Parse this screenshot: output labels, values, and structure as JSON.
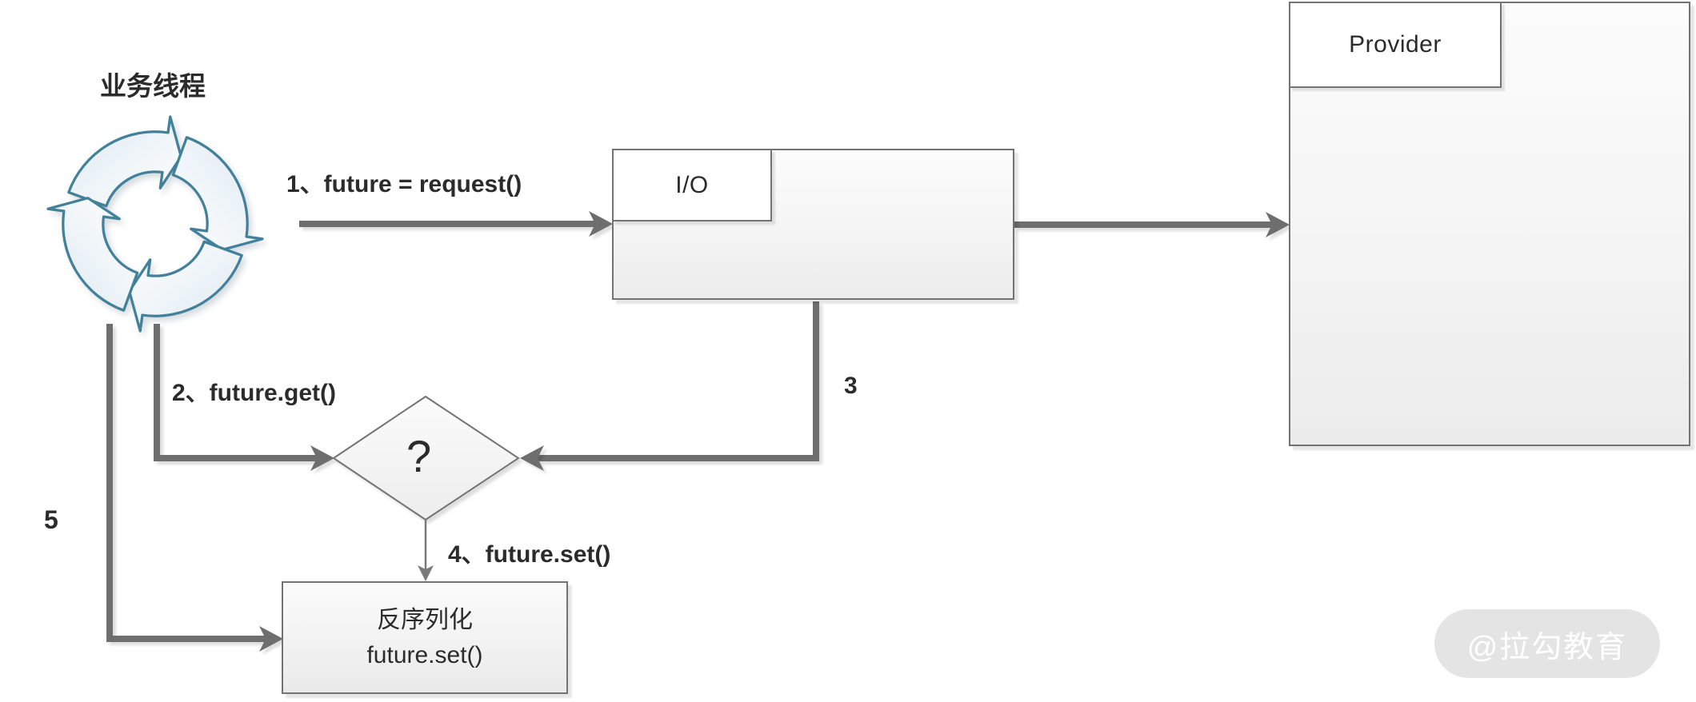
{
  "diagram": {
    "thread_label": "业务线程",
    "io_box": {
      "label": "I/O"
    },
    "provider_box": {
      "label": "Provider"
    },
    "decision": {
      "label": "?"
    },
    "deserialize_box": {
      "line1": "反序列化",
      "line2": "future.set()"
    },
    "steps": {
      "s1": "1、future = request()",
      "s2": "2、future.get()",
      "s3": "3",
      "s4": "4、future.set()",
      "s5": "5"
    },
    "watermark": "@拉勾教育"
  },
  "colors": {
    "connector_gray": "#6e6e6e",
    "box_border_gray": "#737373",
    "cycle_teal": "#43819a",
    "text_dark": "#2b2b2b",
    "watermark_bg": "#e4e4e4",
    "watermark_text": "#ffffff"
  }
}
